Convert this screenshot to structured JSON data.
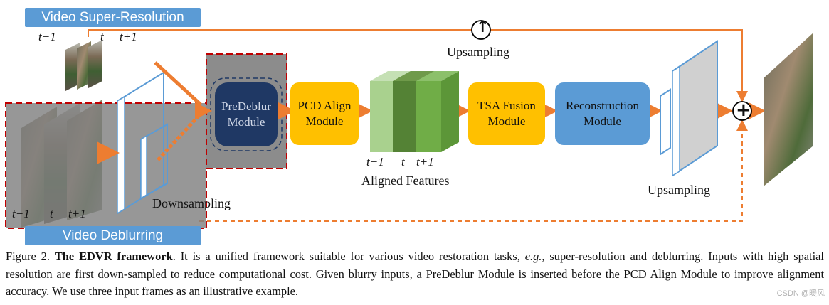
{
  "top_tag": "Video Super-Resolution",
  "bottom_tag": "Video Deblurring",
  "frame_labels_top": [
    "t−1",
    "t",
    "t+1"
  ],
  "frame_labels_left": [
    "t−1",
    "t",
    "t+1"
  ],
  "feature_labels": [
    "t−1",
    "t",
    "t+1"
  ],
  "downsampling_label": "Downsampling",
  "upsampling_top_label": "Upsampling",
  "upsampling_right_label": "Upsampling",
  "aligned_features_label": "Aligned Features",
  "modules": {
    "predeblur": "PreDeblur\nModule",
    "pcd": "PCD Align\nModule",
    "tsa": "TSA Fusion\nModule",
    "reconstruction": "Reconstruction\nModule"
  },
  "symbols": {
    "up_arrow": "↑",
    "plus": "+"
  },
  "caption": {
    "figure_no": "Figure 2.",
    "bold_title": "The EDVR framework",
    "text_1": ". It is a unified framework suitable for various video restoration tasks, ",
    "eg": "e.g.",
    "text_2": ", super-resolution and deblurring. Inputs with high spatial resolution are first down-sampled to reduce computational cost. Given blurry inputs, a PreDeblur Module is inserted before the PCD Align Module to improve alignment accuracy. We use three input frames as an illustrative example."
  },
  "watermark": "CSDN @暖风",
  "colors": {
    "orange": "#ed7d31",
    "blue_tag": "#5b9bd5",
    "yellow": "#ffc000",
    "dark_navy": "#1f3864",
    "recon_blue": "#5b9bd5",
    "red_dash": "#c00000",
    "green_light": "#a9d18e",
    "green_dark": "#548235",
    "green_mid": "#70ad47"
  }
}
